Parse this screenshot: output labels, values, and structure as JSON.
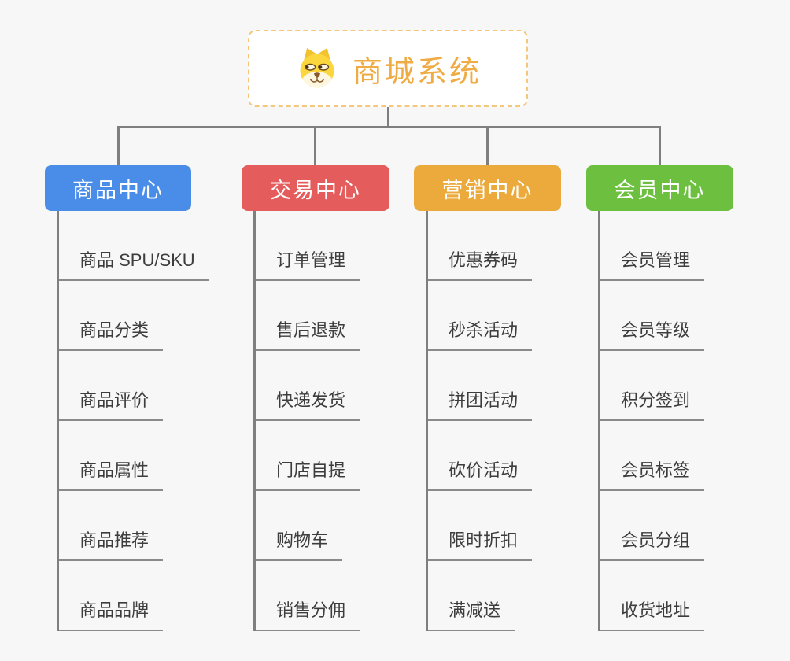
{
  "root": {
    "title": "商城系统",
    "icon": "dog-face-icon"
  },
  "branches": [
    {
      "label": "商品中心",
      "color": "#4a8de9",
      "items": [
        "商品 SPU/SKU",
        "商品分类",
        "商品评价",
        "商品属性",
        "商品推荐",
        "商品品牌"
      ]
    },
    {
      "label": "交易中心",
      "color": "#e45c5c",
      "items": [
        "订单管理",
        "售后退款",
        "快递发货",
        "门店自提",
        "购物车",
        "销售分佣"
      ]
    },
    {
      "label": "营销中心",
      "color": "#ebaa3b",
      "items": [
        "优惠券码",
        "秒杀活动",
        "拼团活动",
        "砍价活动",
        "限时折扣",
        "满减送"
      ]
    },
    {
      "label": "会员中心",
      "color": "#6cbf3f",
      "items": [
        "会员管理",
        "会员等级",
        "积分签到",
        "会员标签",
        "会员分组",
        "收货地址"
      ]
    }
  ],
  "colors": {
    "background": "#f7f7f7",
    "connector": "#7f7f7f",
    "leaf_underline": "#8a8a8a",
    "leaf_text": "#3d3d3d",
    "root_text": "#f0ac44",
    "root_border": "#f4c77d"
  }
}
